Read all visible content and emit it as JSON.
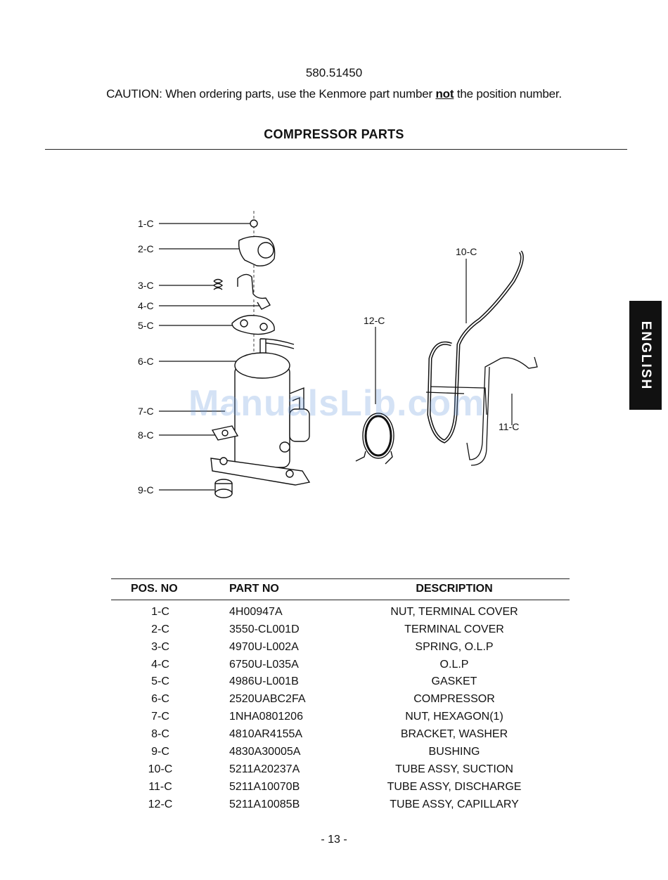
{
  "header": {
    "model_number": "580.51450",
    "caution_before": "CAUTION: When ordering parts, use the Kenmore part number ",
    "caution_emphasis": "not",
    "caution_after": " the position number.",
    "section_title": "COMPRESSOR PARTS"
  },
  "language_tab": "ENGLISH",
  "watermark": "ManualsLib.com",
  "diagram": {
    "callouts": [
      "1-C",
      "2-C",
      "3-C",
      "4-C",
      "5-C",
      "6-C",
      "7-C",
      "8-C",
      "9-C",
      "10-C",
      "11-C",
      "12-C"
    ]
  },
  "table": {
    "headers": {
      "pos": "POS. NO",
      "part": "PART NO",
      "desc": "DESCRIPTION"
    },
    "rows": [
      {
        "pos": "1-C",
        "part": "4H00947A",
        "desc": "NUT, TERMINAL COVER"
      },
      {
        "pos": "2-C",
        "part": "3550-CL001D",
        "desc": "TERMINAL COVER"
      },
      {
        "pos": "3-C",
        "part": "4970U-L002A",
        "desc": "SPRING, O.L.P"
      },
      {
        "pos": "4-C",
        "part": "6750U-L035A",
        "desc": "O.L.P"
      },
      {
        "pos": "5-C",
        "part": "4986U-L001B",
        "desc": "GASKET"
      },
      {
        "pos": "6-C",
        "part": "2520UABC2FA",
        "desc": "COMPRESSOR"
      },
      {
        "pos": "7-C",
        "part": "1NHA0801206",
        "desc": "NUT, HEXAGON(1)"
      },
      {
        "pos": "8-C",
        "part": "4810AR4155A",
        "desc": "BRACKET, WASHER"
      },
      {
        "pos": "9-C",
        "part": "4830A30005A",
        "desc": "BUSHING"
      },
      {
        "pos": "10-C",
        "part": "5211A20237A",
        "desc": "TUBE ASSY, SUCTION"
      },
      {
        "pos": "11-C",
        "part": "5211A10070B",
        "desc": "TUBE ASSY, DISCHARGE"
      },
      {
        "pos": "12-C",
        "part": "5211A10085B",
        "desc": "TUBE ASSY, CAPILLARY"
      }
    ]
  },
  "footer": {
    "page_number": "- 13 -"
  }
}
